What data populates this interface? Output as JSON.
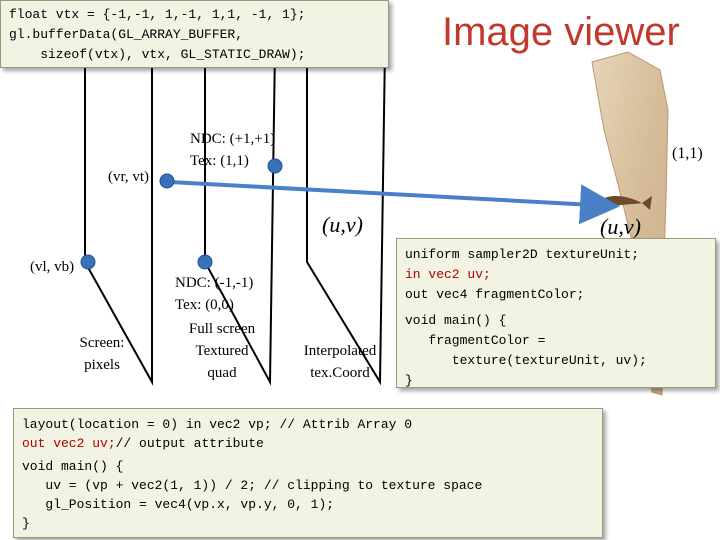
{
  "title": "Image viewer",
  "vbo_code": {
    "lines": [
      "float vtx = {-1,-1, 1,-1, 1,1, -1, 1};",
      "gl.bufferData(GL_ARRAY_BUFFER,",
      "    sizeof(vtx), vtx, GL_STATIC_DRAW);"
    ]
  },
  "labels": {
    "vr_vt": "(vr, vt)",
    "vl_vb": "(vl, vb)",
    "screen_line1": "Screen:",
    "screen_line2": "pixels",
    "ndc_top_line1": "NDC: (+1,+1)",
    "ndc_top_line2": "Tex: (1,1)",
    "ndc_bottom_line1": "NDC: (-1,-1)",
    "ndc_bottom_line2": "Tex: (0,0)",
    "quad_line1": "Full screen",
    "quad_line2": "Textured",
    "quad_line3": "quad",
    "interp_line1": "Interpolated",
    "interp_line2": "tex.Coord",
    "uv_middle": "(u,v)",
    "uv_right": "(u,v)",
    "tex_corner": "(1,1)"
  },
  "fragment_shader": {
    "line1": "uniform sampler2D textureUnit;",
    "line2_kw": "in vec2 uv;",
    "line3": "out vec4 fragmentColor;",
    "line4": "void main() {",
    "line5": "   fragmentColor =",
    "line6": "      texture(textureUnit, uv);",
    "line7": "}"
  },
  "vertex_shader": {
    "line1": "layout(location = 0) in vec2 vp; // Attrib Array 0",
    "line2_kw": "out vec2 uv;",
    "line2_rest": "// output attribute",
    "line3": "void main() {",
    "line4": "   uv = (vp + vec2(1, 1)) / 2; // clipping to texture space",
    "line5": "   gl_Position = vec4(vp.x, vp.y, 0, 1);",
    "line6": "}"
  },
  "colors": {
    "title": "#c0392b",
    "code_bg": "#f3f3e3",
    "keyword": "#b00000",
    "vertex_dot": "#3a70b8",
    "arrow": "#4a80c8",
    "stone": "#d8c0a0"
  }
}
